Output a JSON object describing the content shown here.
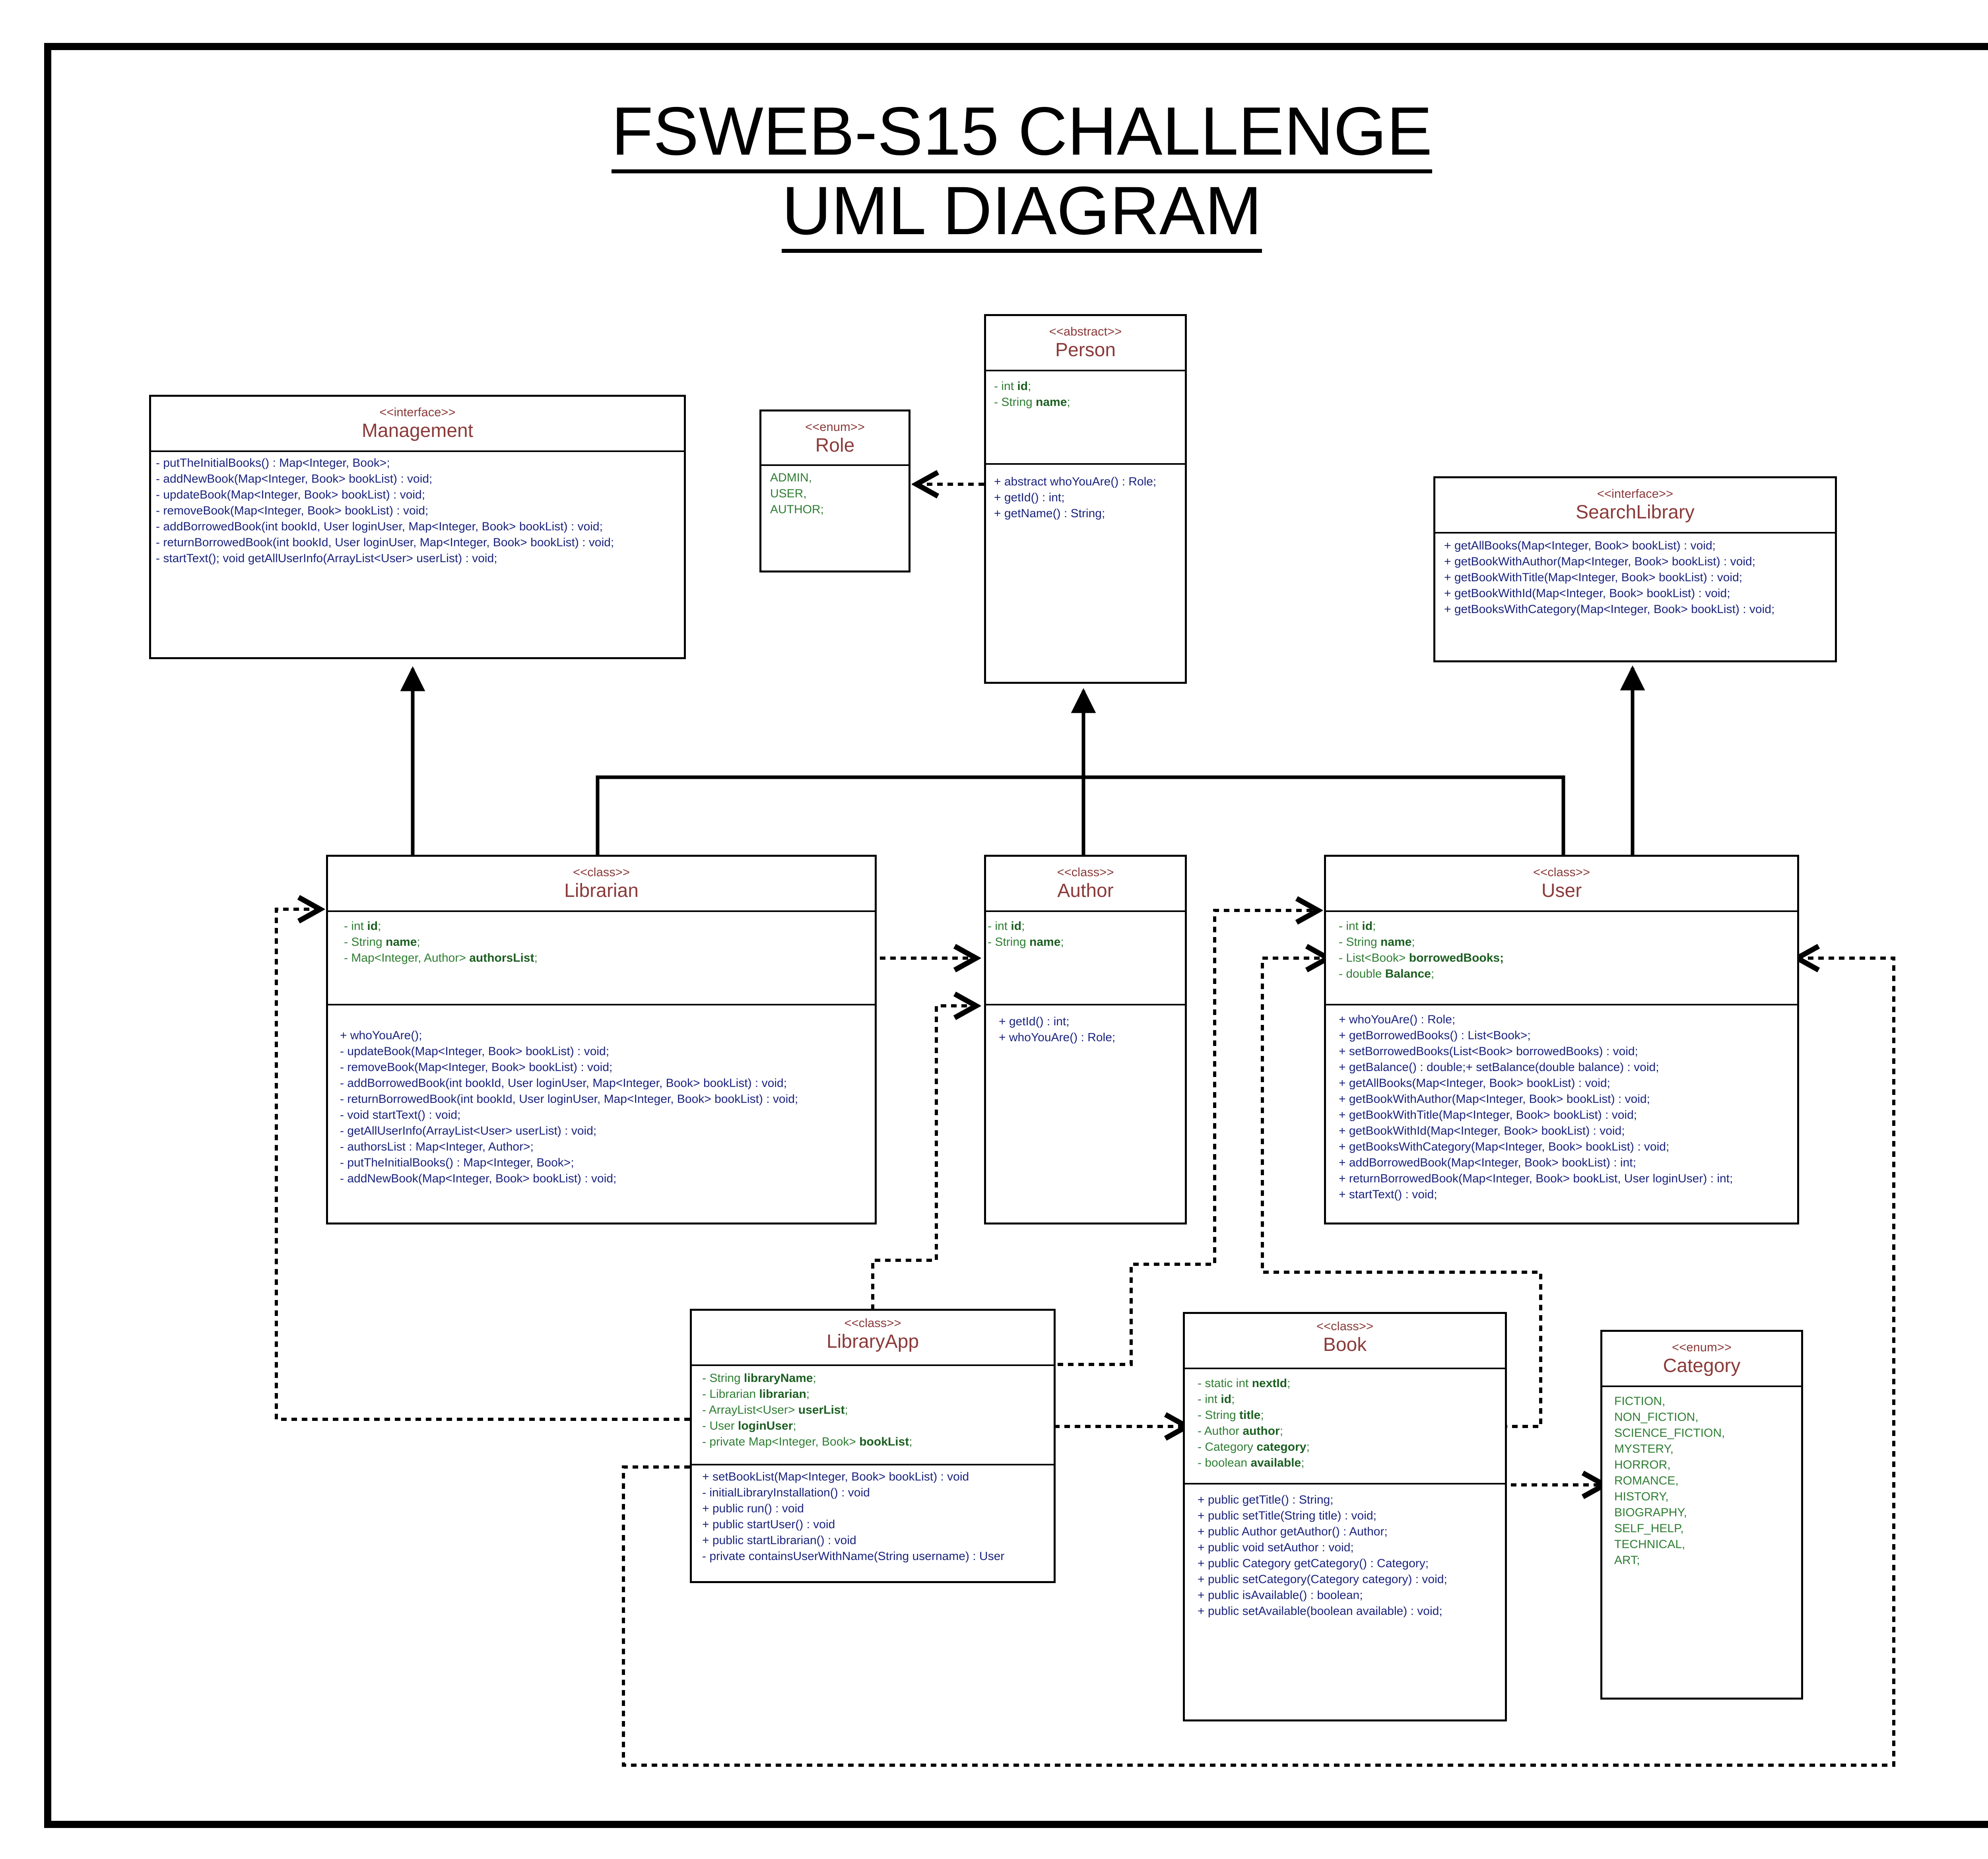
{
  "title": {
    "line1": "FSWEB-S15 CHALLENGE",
    "line2": "UML DIAGRAM"
  },
  "classes": {
    "management": {
      "stereotype": "<<interface>>",
      "name": "Management",
      "attributes": [],
      "operations": [
        "- putTheInitialBooks() : Map<Integer, Book>;",
        "- addNewBook(Map<Integer, Book> bookList) : void;",
        "- updateBook(Map<Integer, Book> bookList) : void;",
        "- removeBook(Map<Integer, Book> bookList) : void;",
        "- addBorrowedBook(int bookId, User loginUser, Map<Integer, Book> bookList) : void;",
        "- returnBorrowedBook(int bookId, User loginUser, Map<Integer, Book> bookList) : void;",
        "- startText(); void getAllUserInfo(ArrayList<User> userList) : void;"
      ]
    },
    "role": {
      "stereotype": "<<enum>>",
      "name": "Role",
      "values": [
        "ADMIN,",
        "USER,",
        "AUTHOR;"
      ]
    },
    "person": {
      "stereotype": "<<abstract>>",
      "name": "Person",
      "attributes": [
        {
          "prefix": "- int ",
          "bold": "id",
          "suffix": ";"
        },
        {
          "prefix": "- String ",
          "bold": "name",
          "suffix": ";"
        }
      ],
      "operations": [
        "+ abstract whoYouAre() : Role;",
        "+ getId() : int;",
        "+ getName() : String;"
      ]
    },
    "search_library": {
      "stereotype": "<<interface>>",
      "name": "SearchLibrary",
      "operations": [
        "+ getAllBooks(Map<Integer, Book> bookList) : void;",
        "+ getBookWithAuthor(Map<Integer, Book> bookList) : void;",
        "+ getBookWithTitle(Map<Integer, Book> bookList) : void;",
        "+ getBookWithId(Map<Integer, Book> bookList) : void;",
        "+ getBooksWithCategory(Map<Integer, Book> bookList) : void;"
      ]
    },
    "librarian": {
      "stereotype": "<<class>>",
      "name": "Librarian",
      "attributes": [
        {
          "prefix": "- int ",
          "bold": "id",
          "suffix": ";"
        },
        {
          "prefix": "- String ",
          "bold": "name",
          "suffix": ";"
        },
        {
          "prefix": "- Map<Integer, Author> ",
          "bold": "authorsList",
          "suffix": ";"
        }
      ],
      "operations": [
        "+ whoYouAre();",
        "- updateBook(Map<Integer, Book> bookList) : void;",
        "- removeBook(Map<Integer, Book> bookList) : void;",
        "- addBorrowedBook(int bookId, User loginUser, Map<Integer, Book> bookList) : void;",
        "- returnBorrowedBook(int bookId, User loginUser, Map<Integer, Book> bookList) : void;",
        "- void startText() : void;",
        "- getAllUserInfo(ArrayList<User> userList) : void;",
        "- authorsList : Map<Integer, Author>;",
        "- putTheInitialBooks() : Map<Integer, Book>;",
        "- addNewBook(Map<Integer, Book> bookList) : void;"
      ]
    },
    "author": {
      "stereotype": "<<class>>",
      "name": "Author",
      "attributes": [
        {
          "prefix": "- int ",
          "bold": "id",
          "suffix": ";"
        },
        {
          "prefix": "- String ",
          "bold": "name",
          "suffix": ";"
        }
      ],
      "operations": [
        "+ getId() : int;",
        "+ whoYouAre() : Role;"
      ]
    },
    "user": {
      "stereotype": "<<class>>",
      "name": "User",
      "attributes": [
        {
          "prefix": "- int ",
          "bold": "id",
          "suffix": ";"
        },
        {
          "prefix": "- String ",
          "bold": "name",
          "suffix": ";"
        },
        {
          "prefix": "- List<Book> ",
          "bold": "borrowedBooks;",
          "suffix": ""
        },
        {
          "prefix": "- double ",
          "bold": "Balance",
          "suffix": ";"
        }
      ],
      "operations": [
        "+ whoYouAre() : Role;",
        "+ getBorrowedBooks() : List<Book>;",
        "+ setBorrowedBooks(List<Book> borrowedBooks) : void;",
        "+ getBalance() : double;+ setBalance(double balance) : void;",
        "+ getAllBooks(Map<Integer, Book> bookList) : void;",
        "+ getBookWithAuthor(Map<Integer, Book> bookList) : void;",
        "+ getBookWithTitle(Map<Integer, Book> bookList) : void;",
        "+ getBookWithId(Map<Integer, Book> bookList) : void;",
        "+ getBooksWithCategory(Map<Integer, Book> bookList) : void;",
        "+ addBorrowedBook(Map<Integer, Book> bookList) : int;",
        "+ returnBorrowedBook(Map<Integer, Book> bookList, User loginUser) : int;",
        "+ startText() : void;"
      ]
    },
    "library_app": {
      "stereotype": "<<class>>",
      "name": "LibraryApp",
      "attributes": [
        {
          "prefix": "- String ",
          "bold": "libraryName",
          "suffix": ";"
        },
        {
          "prefix": "- Librarian ",
          "bold": "librarian",
          "suffix": ";"
        },
        {
          "prefix": "- ArrayList<User> ",
          "bold": "userList",
          "suffix": ";"
        },
        {
          "prefix": "- User ",
          "bold": "loginUser",
          "suffix": ";"
        },
        {
          "prefix": "- private Map<Integer, Book> ",
          "bold": "bookList",
          "suffix": ";"
        }
      ],
      "operations": [
        "+ setBookList(Map<Integer, Book> bookList) : void",
        "- initialLibraryInstallation() : void",
        "+ public run() : void",
        "+ public startUser() : void",
        "+ public startLibrarian() : void",
        "- private containsUserWithName(String username) : User"
      ]
    },
    "book": {
      "stereotype": "<<class>>",
      "name": "Book",
      "attributes": [
        {
          "prefix": "- static int ",
          "bold": "nextId",
          "suffix": ";"
        },
        {
          "prefix": "- int ",
          "bold": "id",
          "suffix": ";"
        },
        {
          "prefix": "- String ",
          "bold": "title",
          "suffix": ";"
        },
        {
          "prefix": "- Author ",
          "bold": "author",
          "suffix": ";"
        },
        {
          "prefix": "- Category ",
          "bold": "category",
          "suffix": ";"
        },
        {
          "prefix": "- boolean ",
          "bold": "available",
          "suffix": ";"
        }
      ],
      "operations": [
        "+ public getTitle() : String;",
        "+ public setTitle(String title) : void;",
        "+ public Author getAuthor() : Author;",
        "+ public void setAuthor : void;",
        "+ public Category getCategory() : Category;",
        "+ public setCategory(Category category) : void;",
        "+ public isAvailable() : boolean;",
        "+ public setAvailable(boolean available) : void;"
      ]
    },
    "category": {
      "stereotype": "<<enum>>",
      "name": "Category",
      "values": [
        "FICTION,",
        "NON_FICTION,",
        "SCIENCE_FICTION,",
        "MYSTERY,",
        "HORROR,",
        "ROMANCE,",
        "HISTORY,",
        "BIOGRAPHY,",
        "SELF_HELP,",
        "TECHNICAL,",
        "ART;"
      ]
    }
  },
  "colors": {
    "class_name": "#8b3a3a",
    "attribute": "#2e7d32",
    "operation": "#1a237e",
    "line": "#000000"
  }
}
